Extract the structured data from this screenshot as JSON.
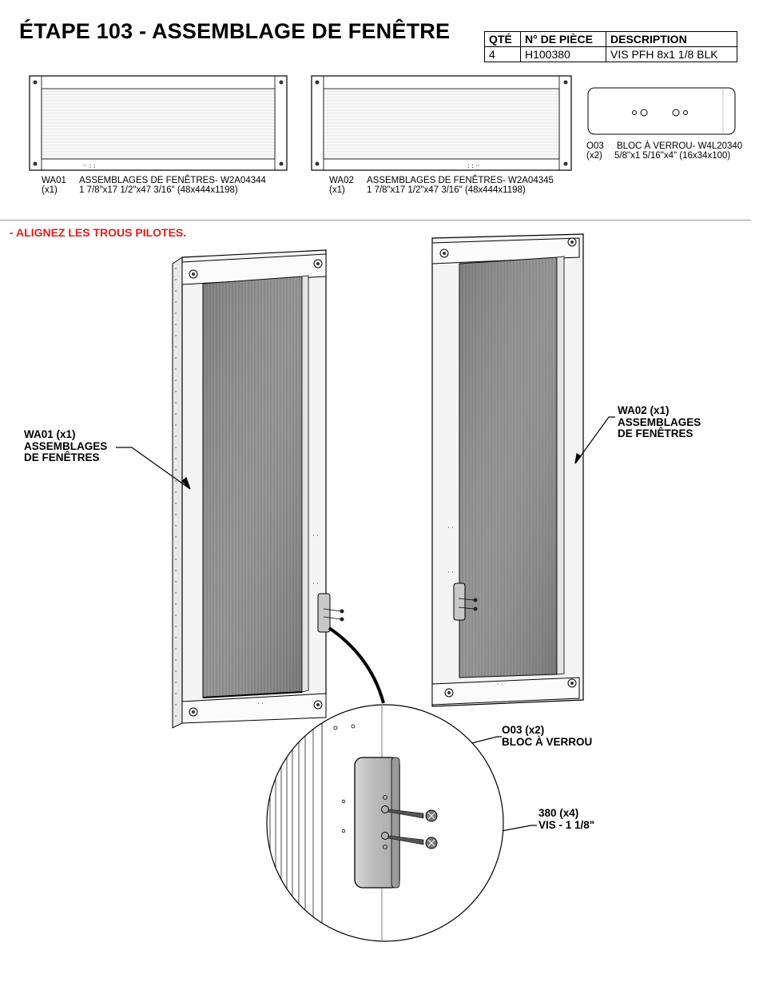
{
  "title": "ÉTAPE 103 - ASSEMBLAGE DE FENÊTRE",
  "parts_table": {
    "headers": [
      "QTÉ",
      "N° DE PIÈCE",
      "DESCRIPTION"
    ],
    "rows": [
      [
        "4",
        "H100380",
        "VIS PFH 8x1 1/8 BLK"
      ]
    ]
  },
  "components": [
    {
      "code": "WA01",
      "qty": "(x1)",
      "name": "ASSEMBLAGES DE FENÊTRES- W2A04344",
      "dims": "1 7/8\"x17 1/2\"x47 3/16\" (48x444x1198)"
    },
    {
      "code": "WA02",
      "qty": "(x1)",
      "name": "ASSEMBLAGES DE FENÊTRES- W2A04345",
      "dims": "1 7/8\"x17 1/2\"x47 3/16\" (48x444x1198)"
    },
    {
      "code": "O03",
      "qty": "(x2)",
      "name": "BLOC  À VERROU- W4L20340",
      "dims": "5/8\"x1 5/16\"x4\" (16x34x100)"
    }
  ],
  "note": "- ALIGNEZ LES TROUS PILOTES.",
  "callouts": {
    "wa01": [
      "WA01 (x1)",
      "ASSEMBLAGES",
      "DE FENÊTRES"
    ],
    "wa02": [
      "WA02 (x1)",
      "ASSEMBLAGES",
      "DE FENÊTRES"
    ],
    "o03": [
      "O03 (x2)",
      "BLOC  À VERROU"
    ],
    "screw": [
      "380 (x4)",
      "VIS - 1 1/8\""
    ]
  }
}
